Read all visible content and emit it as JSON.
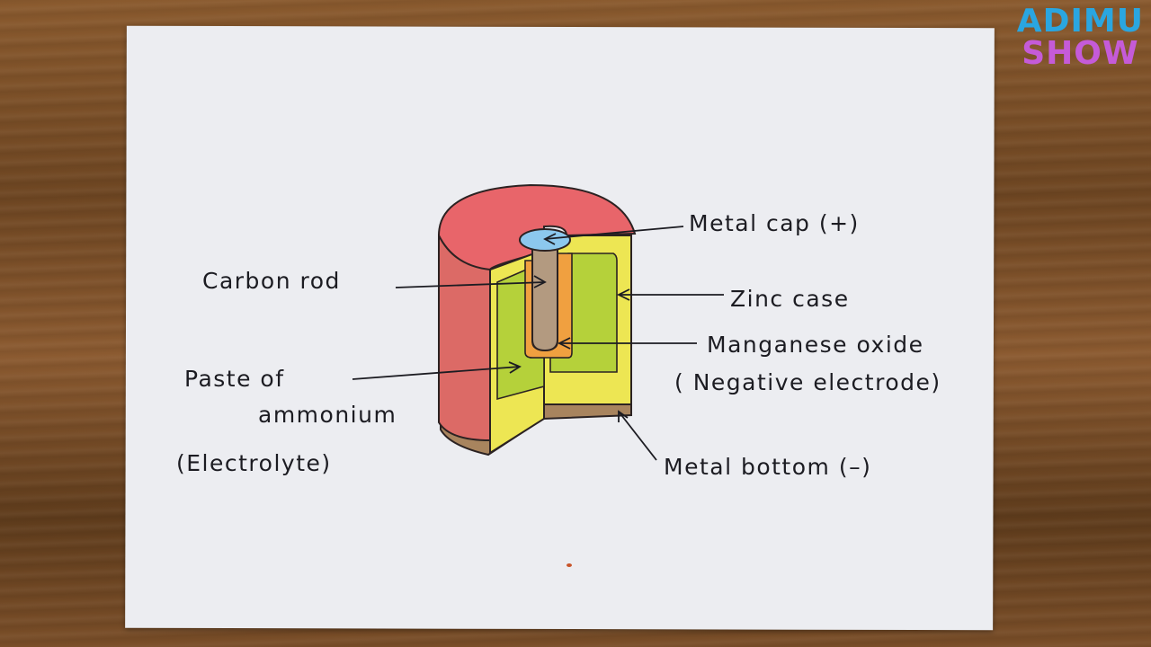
{
  "brand": {
    "line1": "ADIMU",
    "line2": "SHOW"
  },
  "labels": {
    "metal_cap": "Metal cap (+)",
    "carbon_rod": "Carbon rod",
    "zinc_case": "Zinc case",
    "manganese_oxide": "Manganese oxide",
    "negative_electrode": "( Negative electrode)",
    "paste_line1": "Paste of",
    "paste_line2": "ammonium",
    "electrolyte": "(Electrolyte)",
    "metal_bottom": "Metal bottom (–)"
  },
  "colors": {
    "zinc_top": "#e8656a",
    "zinc_side": "#dc6a66",
    "paste_yellow": "#ede653",
    "inner_green": "#b5d13a",
    "manganese_orange": "#f0a040",
    "carbon_rod": "#b39a80",
    "metal_cap": "#8cc8ee",
    "metal_bottom": "#a8845e"
  }
}
